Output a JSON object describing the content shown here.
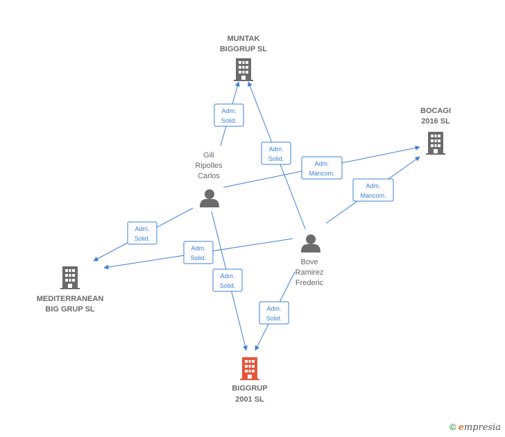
{
  "nodes": {
    "muntak": {
      "lines": [
        "MUNTAK",
        "BIGGRUP  SL"
      ],
      "type": "company"
    },
    "bocagi": {
      "lines": [
        "BOCAGI",
        "2016  SL"
      ],
      "type": "company"
    },
    "mediterranean": {
      "lines": [
        "MEDITERRANEAN",
        "BIG GRUP SL"
      ],
      "type": "company"
    },
    "biggrup": {
      "lines": [
        "BIGGRUP",
        "2001  SL"
      ],
      "type": "focus"
    },
    "gili": {
      "lines": [
        "Gili",
        "Ripolles",
        "Carlos"
      ],
      "type": "person"
    },
    "bove": {
      "lines": [
        "Bove",
        "Ramirez",
        "Frederic"
      ],
      "type": "person"
    }
  },
  "edges": [
    {
      "id": "gili-muntak",
      "lines": [
        "Adm.",
        "Solid."
      ]
    },
    {
      "id": "bove-muntak",
      "lines": [
        "Adm.",
        "Solid."
      ]
    },
    {
      "id": "gili-bocagi",
      "lines": [
        "Adm.",
        "Mancom."
      ]
    },
    {
      "id": "bove-bocagi",
      "lines": [
        "Adm.",
        "Mancom."
      ]
    },
    {
      "id": "gili-mediterranean",
      "lines": [
        "Adm.",
        "Solid."
      ]
    },
    {
      "id": "bove-mediterranean",
      "lines": [
        "Adm.",
        "Solid."
      ]
    },
    {
      "id": "gili-biggrup",
      "lines": [
        "Adm.",
        "Solid."
      ]
    },
    {
      "id": "bove-biggrup",
      "lines": [
        "Adm.",
        "Solid."
      ]
    }
  ],
  "colors": {
    "company": "#6b6b6b",
    "focus": "#e8553a",
    "person": "#6b6b6b",
    "edge": "#3b7fd6"
  },
  "footer": {
    "copyright": "©",
    "brand_initial": "e",
    "brand_rest": "mpresia"
  }
}
